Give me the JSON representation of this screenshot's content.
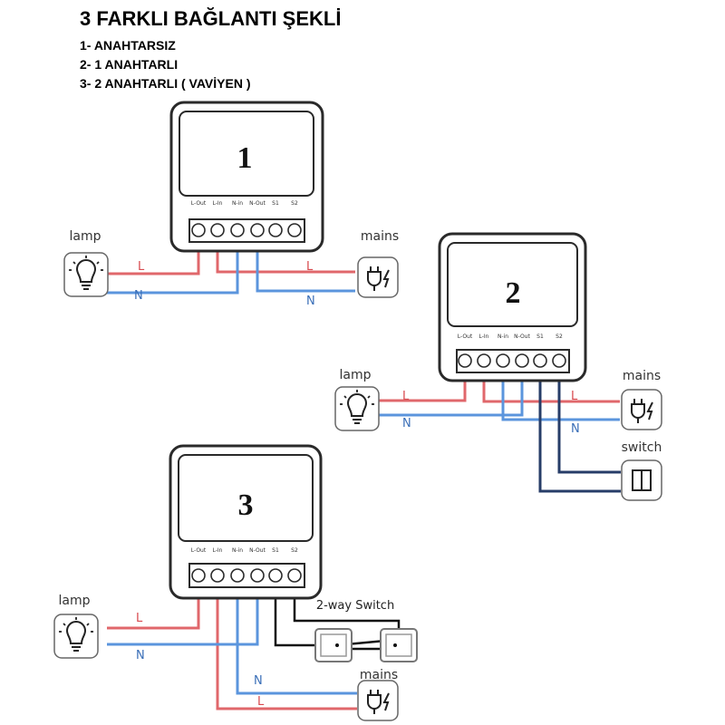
{
  "header": {
    "title": "3 FARKLI BAĞLANTI ŞEKLİ",
    "items": [
      "1- ANAHTARSIZ",
      "2- 1 ANAHTARLI",
      "3- 2 ANAHTARLI ( VAVİYEN )"
    ]
  },
  "terminal_labels": [
    "L-Out",
    "L-In",
    "N-in",
    "N-Out",
    "S1",
    "S2"
  ],
  "diagram1": {
    "number": "1",
    "lamp": "lamp",
    "mains": "mains",
    "l1": "L",
    "l2": "L",
    "n1": "N",
    "n2": "N"
  },
  "diagram2": {
    "number": "2",
    "lamp": "lamp",
    "mains": "mains",
    "switch": "switch",
    "l1": "L",
    "l2": "L",
    "n1": "N",
    "n2": "N"
  },
  "diagram3": {
    "number": "3",
    "lamp": "lamp",
    "mains": "mains",
    "two_way": "2-way Switch",
    "l1": "L",
    "l2": "L",
    "n1": "N",
    "n2": "N"
  },
  "colors": {
    "live": "#e0676b",
    "neutral": "#5b95dd",
    "switch_wire": "#273d68",
    "device_border": "#2a2a2a"
  },
  "icons": [
    "lightbulb-icon",
    "plug-icon",
    "rocker-switch-icon",
    "two-way-switch-icon"
  ]
}
